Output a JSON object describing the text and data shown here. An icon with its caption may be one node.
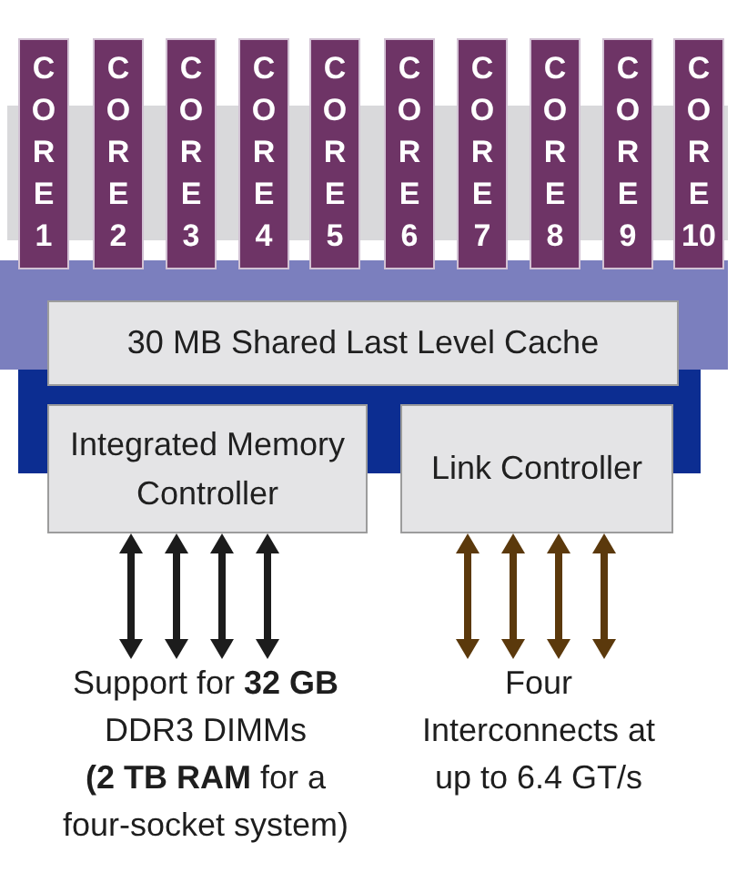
{
  "diagram": {
    "nodes": [
      {
        "text": [
          "CORE",
          "1"
        ]
      },
      {
        "text": [
          "CORE",
          "2"
        ]
      },
      {
        "text": [
          "CORE",
          "3"
        ]
      },
      {
        "text": [
          "CORE",
          "4"
        ]
      },
      {
        "text": [
          "CORE",
          "5"
        ]
      },
      {
        "text": [
          "CORE",
          "6"
        ]
      },
      {
        "text": [
          "CORE",
          "7"
        ]
      },
      {
        "text": [
          "CORE",
          "8"
        ]
      },
      {
        "text": [
          "CORE",
          "9"
        ]
      },
      {
        "text": [
          "CORE",
          "10"
        ]
      },
      {
        "text": [
          "30 MB Shared Last Level Cache"
        ]
      },
      {
        "text": [
          "Integrated Memory Controller"
        ]
      },
      {
        "text": [
          "Link Controller"
        ]
      },
      {
        "text": [
          "Support for **32 GB** DDR3 DIMMs **(2 TB RAM** for a four-socket system)"
        ]
      },
      {
        "text": [
          "Four Interconnects at up to 6.4 GT/s"
        ]
      }
    ],
    "edges": [
      {
        "from": 11,
        "to": 13,
        "arrow": "both"
      },
      {
        "from": 11,
        "to": 13,
        "arrow": "both"
      },
      {
        "from": 11,
        "to": 13,
        "arrow": "both"
      },
      {
        "from": 11,
        "to": 13,
        "arrow": "both"
      },
      {
        "from": 12,
        "to": 14,
        "arrow": "both",
        "color": "#5b390c"
      },
      {
        "from": 12,
        "to": 14,
        "arrow": "both",
        "color": "#5b390c"
      },
      {
        "from": 12,
        "to": 14,
        "arrow": "both",
        "color": "#5b390c"
      },
      {
        "from": 12,
        "to": 14,
        "arrow": "both",
        "color": "#5b390c"
      }
    ]
  }
}
